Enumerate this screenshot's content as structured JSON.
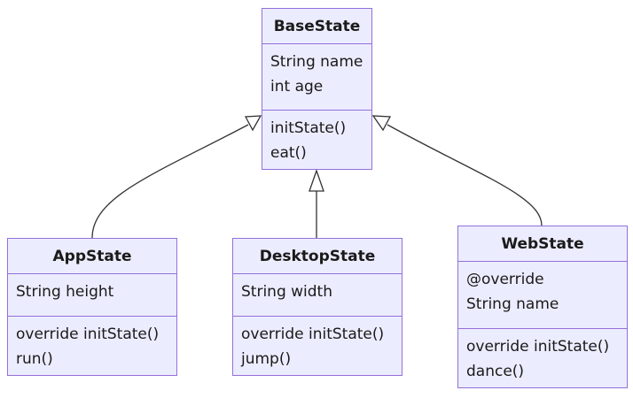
{
  "diagram": {
    "type": "class-diagram",
    "colors": {
      "box_fill": "#ececff",
      "box_border": "#9370db",
      "edge": "#333333"
    },
    "classes": {
      "base": {
        "name": "BaseState",
        "attributes": [
          "String name",
          "int age"
        ],
        "methods": [
          "initState()",
          "eat()"
        ]
      },
      "app": {
        "name": "AppState",
        "attributes": [
          "String height"
        ],
        "methods": [
          "override initState()",
          "run()"
        ]
      },
      "desktop": {
        "name": "DesktopState",
        "attributes": [
          "String width"
        ],
        "methods": [
          "override initState()",
          "jump()"
        ]
      },
      "web": {
        "name": "WebState",
        "attributes": [
          "@override",
          "String name"
        ],
        "methods": [
          "override initState()",
          "dance()"
        ]
      }
    },
    "relations": [
      {
        "from": "AppState",
        "to": "BaseState",
        "kind": "inheritance"
      },
      {
        "from": "DesktopState",
        "to": "BaseState",
        "kind": "inheritance"
      },
      {
        "from": "WebState",
        "to": "BaseState",
        "kind": "inheritance"
      }
    ]
  }
}
